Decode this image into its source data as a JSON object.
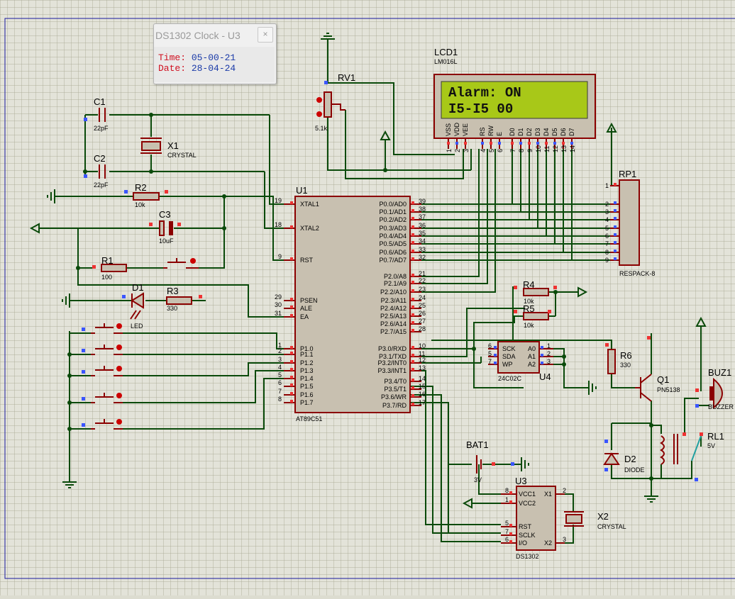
{
  "popup": {
    "title": "DS1302 Clock - U3",
    "close_glyph": "×",
    "time_label": "Time:",
    "time_value": "05-00-21",
    "date_label": "Date:",
    "date_value": "28-04-24"
  },
  "lcd": {
    "ref": "LCD1",
    "part": "LM016L",
    "line1": "Alarm: ON",
    "line2": "I5-I5  00",
    "pin_labels": [
      "VSS",
      "VDD",
      "VEE",
      "RS",
      "RW",
      "E",
      "D0",
      "D1",
      "D2",
      "D3",
      "D4",
      "D5",
      "D6",
      "D7"
    ],
    "pin_numbers": [
      "1",
      "2",
      "3",
      "4",
      "5",
      "6",
      "7",
      "8",
      "9",
      "10",
      "11",
      "12",
      "13",
      "14"
    ],
    "screen_color": "#a8c818"
  },
  "components": {
    "rv1": {
      "ref": "RV1",
      "value": "5.1k"
    },
    "c1": {
      "ref": "C1",
      "value": "22pF"
    },
    "c2": {
      "ref": "C2",
      "value": "22pF"
    },
    "x1": {
      "ref": "X1",
      "value": "CRYSTAL"
    },
    "r2": {
      "ref": "R2",
      "value": "10k"
    },
    "c3": {
      "ref": "C3",
      "value": "10uF"
    },
    "r1": {
      "ref": "R1",
      "value": "100"
    },
    "d1": {
      "ref": "D1",
      "value": "LED"
    },
    "r3": {
      "ref": "R3",
      "value": "330"
    },
    "rp1": {
      "ref": "RP1",
      "value": "RESPACK-8",
      "pins": [
        "1",
        "2",
        "3",
        "4",
        "5",
        "6",
        "7",
        "8",
        "9"
      ]
    },
    "r4": {
      "ref": "R4",
      "value": "10k"
    },
    "r5": {
      "ref": "R5",
      "value": "10k"
    },
    "r6": {
      "ref": "R6",
      "value": "330"
    },
    "q1": {
      "ref": "Q1",
      "value": "PN5138"
    },
    "buz": {
      "ref": "BUZ1",
      "value": "BUZZER"
    },
    "d2": {
      "ref": "D2",
      "value": "DIODE"
    },
    "rl1": {
      "ref": "RL1",
      "value": "5V"
    },
    "bat1": {
      "ref": "BAT1",
      "value": "3V"
    },
    "x2": {
      "ref": "X2",
      "value": "CRYSTAL"
    }
  },
  "u1": {
    "ref": "U1",
    "part": "AT89C51",
    "left_pins": [
      {
        "num": "19",
        "name": "XTAL1"
      },
      {
        "num": "18",
        "name": "XTAL2"
      },
      {
        "num": "9",
        "name": "RST"
      },
      {
        "num": "29",
        "name": "PSEN"
      },
      {
        "num": "30",
        "name": "ALE"
      },
      {
        "num": "31",
        "name": "EA"
      },
      {
        "num": "1",
        "name": "P1.0"
      },
      {
        "num": "2",
        "name": "P1.1"
      },
      {
        "num": "3",
        "name": "P1.2"
      },
      {
        "num": "4",
        "name": "P1.3"
      },
      {
        "num": "5",
        "name": "P1.4"
      },
      {
        "num": "6",
        "name": "P1.5"
      },
      {
        "num": "7",
        "name": "P1.6"
      },
      {
        "num": "8",
        "name": "P1.7"
      }
    ],
    "right_pins": [
      {
        "num": "39",
        "name": "P0.0/AD0"
      },
      {
        "num": "38",
        "name": "P0.1/AD1"
      },
      {
        "num": "37",
        "name": "P0.2/AD2"
      },
      {
        "num": "36",
        "name": "P0.3/AD3"
      },
      {
        "num": "35",
        "name": "P0.4/AD4"
      },
      {
        "num": "34",
        "name": "P0.5/AD5"
      },
      {
        "num": "33",
        "name": "P0.6/AD6"
      },
      {
        "num": "32",
        "name": "P0.7/AD7"
      },
      {
        "num": "21",
        "name": "P2.0/A8"
      },
      {
        "num": "22",
        "name": "P2.1/A9"
      },
      {
        "num": "23",
        "name": "P2.2/A10"
      },
      {
        "num": "24",
        "name": "P2.3/A11"
      },
      {
        "num": "25",
        "name": "P2.4/A12"
      },
      {
        "num": "26",
        "name": "P2.5/A13"
      },
      {
        "num": "27",
        "name": "P2.6/A14"
      },
      {
        "num": "28",
        "name": "P2.7/A15"
      },
      {
        "num": "10",
        "name": "P3.0/RXD"
      },
      {
        "num": "11",
        "name": "P3.1/TXD"
      },
      {
        "num": "12",
        "name": "P3.2/INT0"
      },
      {
        "num": "13",
        "name": "P3.3/INT1"
      },
      {
        "num": "14",
        "name": "P3.4/T0"
      },
      {
        "num": "15",
        "name": "P3.5/T1"
      },
      {
        "num": "16",
        "name": "P3.6/WR"
      },
      {
        "num": "17",
        "name": "P3.7/RD"
      }
    ]
  },
  "u4": {
    "ref": "U4",
    "part": "24C02C",
    "left_pins": [
      {
        "num": "6",
        "name": "SCK"
      },
      {
        "num": "5",
        "name": "SDA"
      },
      {
        "num": "7",
        "name": "WP"
      }
    ],
    "right_pins": [
      {
        "num": "1",
        "name": "A0"
      },
      {
        "num": "2",
        "name": "A1"
      },
      {
        "num": "3",
        "name": "A2"
      }
    ]
  },
  "u3": {
    "ref": "U3",
    "part": "DS1302",
    "left_pins": [
      {
        "num": "8",
        "name": "VCC1"
      },
      {
        "num": "1",
        "name": "VCC2"
      },
      {
        "num": "5",
        "name": "RST"
      },
      {
        "num": "7",
        "name": "SCLK"
      },
      {
        "num": "6",
        "name": "I/O"
      }
    ],
    "right_pins": [
      {
        "num": "2",
        "name": "X1"
      },
      {
        "num": "3",
        "name": "X2"
      }
    ]
  }
}
